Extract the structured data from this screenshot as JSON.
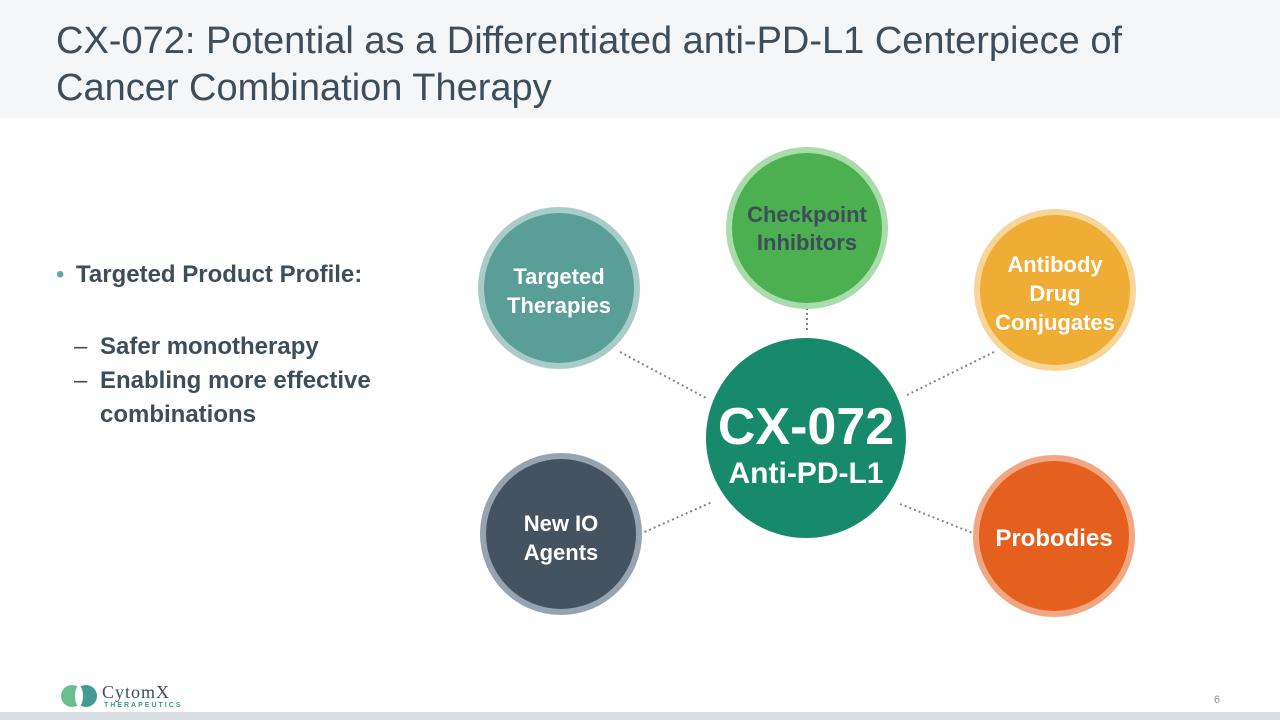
{
  "title": {
    "line1": "CX-072: Potential as a Differentiated anti-PD-L1 Centerpiece of",
    "line2": "Cancer Combination Therapy"
  },
  "bullets": {
    "main": "Targeted Product Profile:",
    "sub": [
      "Safer monotherapy",
      "Enabling more effective",
      "combinations"
    ]
  },
  "center": {
    "title": "CX-072",
    "subtitle": "Anti-PD-L1",
    "color": "#178a6c"
  },
  "nodes": {
    "checkpoint": {
      "lines": [
        "Checkpoint",
        "Inhibitors"
      ],
      "color": "#4caf50"
    },
    "targeted": {
      "lines": [
        "Targeted",
        "Therapies"
      ],
      "color": "#5a9e98"
    },
    "adc": {
      "lines": [
        "Antibody",
        "Drug",
        "Conjugates"
      ],
      "color": "#f0ad35"
    },
    "newio": {
      "lines": [
        "New IO",
        "Agents"
      ],
      "color": "#45525f"
    },
    "probodies": {
      "lines": [
        "Probodies"
      ],
      "color": "#e5601e"
    }
  },
  "logo": {
    "name": "CytomX",
    "sub": "THERAPEUTICS"
  },
  "page_number": "6"
}
